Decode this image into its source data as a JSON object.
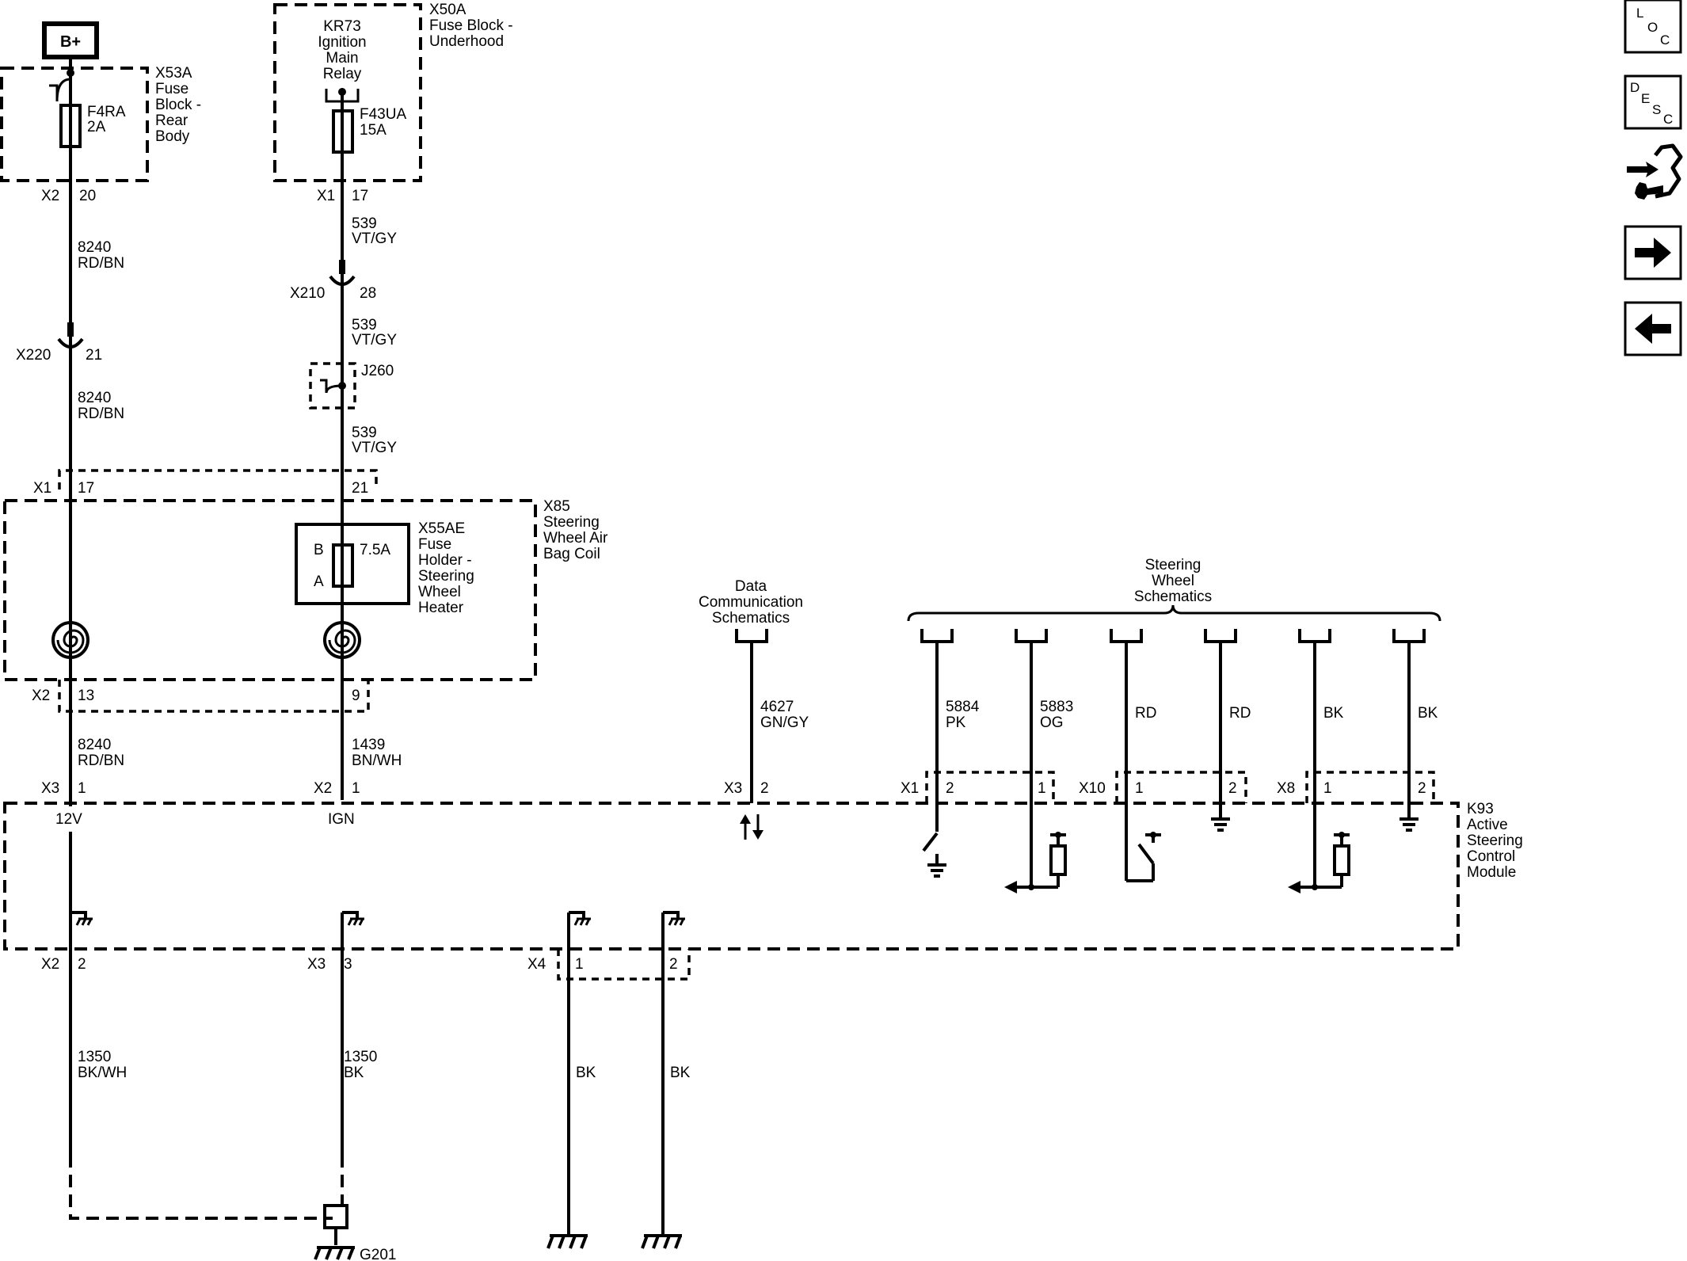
{
  "power": {
    "bplus": "B+"
  },
  "fuse_block_rear": {
    "name": [
      "X53A",
      "Fuse",
      "Block -",
      "Rear",
      "Body"
    ],
    "fuse": "F4RA",
    "rating": "2A",
    "conn": "X2",
    "pin": "20"
  },
  "fuse_block_underhood": {
    "name": [
      "X50A",
      "Fuse Block -",
      "Underhood"
    ],
    "relay": [
      "KR73",
      "Ignition",
      "Main",
      "Relay"
    ],
    "fuse": "F43UA",
    "rating": "15A",
    "conn": "X1",
    "pin": "17"
  },
  "wires": {
    "w8240": [
      "8240",
      "RD/BN"
    ],
    "w539": [
      "539",
      "VT/GY"
    ],
    "w1439": [
      "1439",
      "BN/WH"
    ],
    "w4627": [
      "4627",
      "GN/GY"
    ],
    "w5884": [
      "5884",
      "PK"
    ],
    "w5883": [
      "5883",
      "OG"
    ],
    "w1350a": [
      "1350",
      "BK/WH"
    ],
    "w1350b": [
      "1350",
      "BK"
    ],
    "rd": "RD",
    "bk": "BK"
  },
  "inline": {
    "x220": "X220",
    "x220_pin": "21",
    "x210": "X210",
    "x210_pin": "28",
    "j260": "J260"
  },
  "coil": {
    "name": [
      "X85",
      "Steering",
      "Wheel Air",
      "Bag Coil"
    ],
    "x1": "X1",
    "x1_a": "17",
    "x1_b": "21",
    "x2": "X2",
    "x2_a": "13",
    "x2_b": "9",
    "fuse_holder": [
      "X55AE",
      "Fuse",
      "Holder -",
      "Steering",
      "Wheel",
      "Heater"
    ],
    "fuse_rating": "7.5A",
    "pin_b": "B",
    "pin_a": "A"
  },
  "module": {
    "name": [
      "K93",
      "Active",
      "Steering",
      "Control",
      "Module"
    ],
    "x3": "X3",
    "x2": "X2",
    "x1": "X1",
    "x10": "X10",
    "x8": "X8",
    "x4": "X4",
    "p1": "1",
    "p2": "2",
    "p3": "3",
    "label_12v": "12V",
    "label_ign": "IGN"
  },
  "refs": {
    "data_comm": [
      "Data",
      "Communication",
      "Schematics"
    ],
    "steering_wheel": [
      "Steering",
      "Wheel",
      "Schematics"
    ]
  },
  "ground": {
    "g201": "G201"
  },
  "nav_buttons": {
    "loc": [
      "L",
      "O",
      "C"
    ],
    "desc": [
      "D",
      "E",
      "S",
      "C"
    ]
  }
}
